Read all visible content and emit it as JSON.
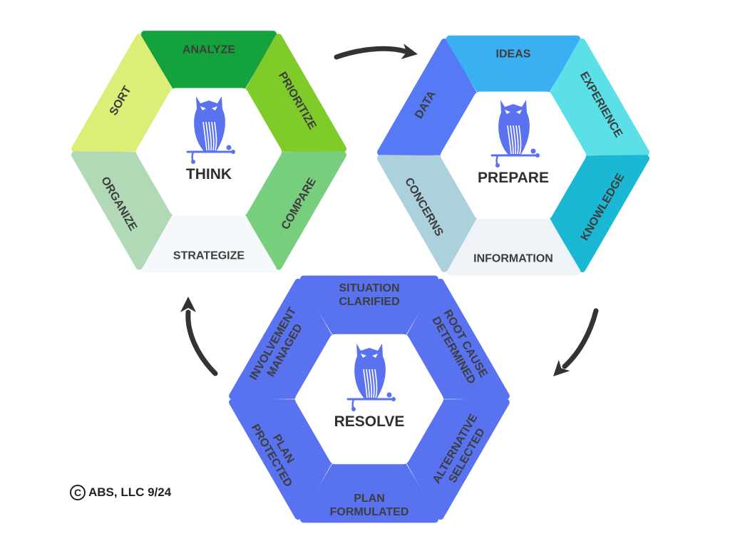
{
  "colors": {
    "think": {
      "sort": "#dcee77",
      "analyze": "#13a23c",
      "prioritize": "#7ecb2a",
      "compare": "#77ce7d",
      "strategize": "#f6f9fb",
      "organize": "#b1d9b6"
    },
    "prepare": {
      "data": "#5679f6",
      "ideas": "#3aaff2",
      "experience": "#5be0e8",
      "knowledge": "#1ab8d4",
      "information": "#eef3f7",
      "concerns": "#acd1dc"
    },
    "resolve": {
      "segment": "#5872f0"
    },
    "arrow": "#333333",
    "owl": "#5a72ef"
  },
  "hexagons": {
    "think": {
      "center_label": "THINK",
      "segments": {
        "top_left": "SORT",
        "top": "ANALYZE",
        "top_right": "PRIORITIZE",
        "bottom_right": "COMPARE",
        "bottom": "STRATEGIZE",
        "bottom_left": "ORGANIZE"
      }
    },
    "prepare": {
      "center_label": "PREPARE",
      "segments": {
        "top_left": "DATA",
        "top": "IDEAS",
        "top_right": "EXPERIENCE",
        "bottom_right": "KNOWLEDGE",
        "bottom": "INFORMATION",
        "bottom_left": "CONCERNS"
      }
    },
    "resolve": {
      "center_label": "RESOLVE",
      "segments": {
        "top_left": [
          "INVOLVEMENT",
          "MANAGED"
        ],
        "top": [
          "SITUATION",
          "CLARIFIED"
        ],
        "top_right": [
          "ROOT CAUSE",
          "DETERMINED"
        ],
        "bottom_right": [
          "ALTERNATIVE",
          "SELECTED"
        ],
        "bottom": [
          "PLAN",
          "FORMULATED"
        ],
        "bottom_left": [
          "PLAN",
          "PROTECTED"
        ]
      }
    }
  },
  "copyright": {
    "symbol": "C",
    "text": "ABS, LLC 9/24"
  }
}
